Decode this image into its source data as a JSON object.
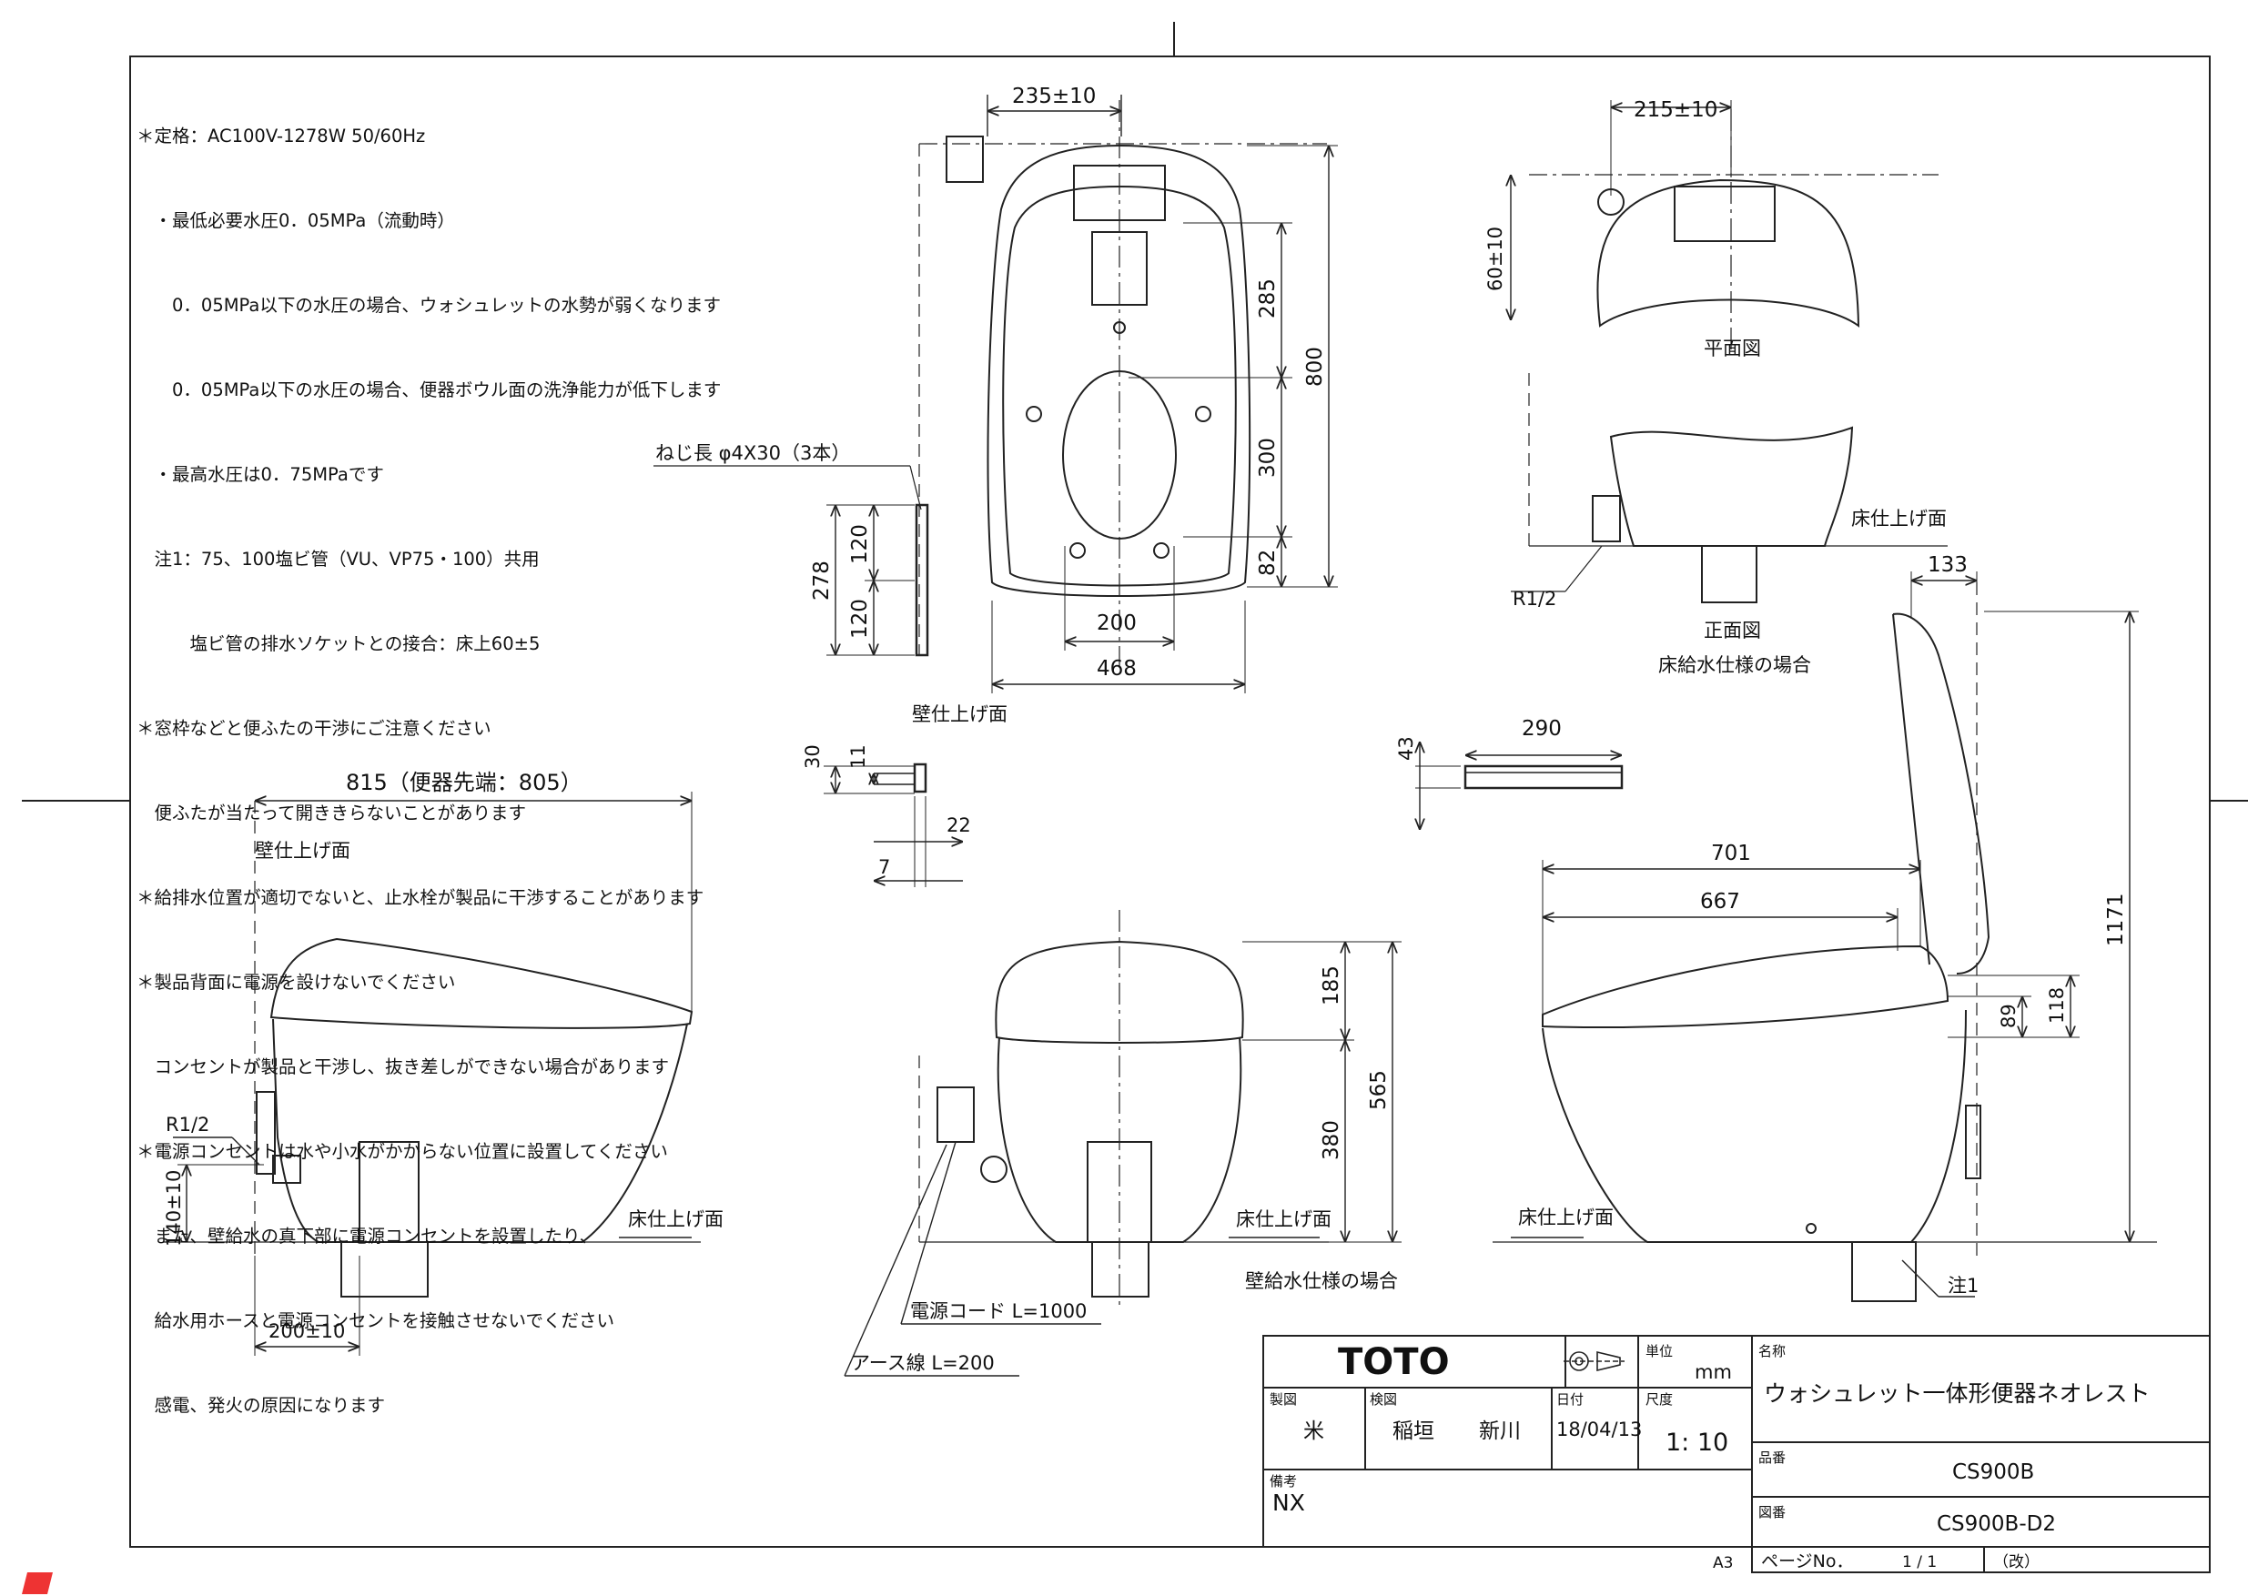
{
  "notes": [
    "＊定格：AC100V-1278W 50/60Hz",
    "　・最低必要水圧0．05MPa（流動時）",
    "　　0．05MPa以下の水圧の場合、ウォシュレットの水勢が弱くなります",
    "　　0．05MPa以下の水圧の場合、便器ボウル面の洗浄能力が低下します",
    "　・最高水圧は0．75MPaです",
    "　注1：75、100塩ビ管（VU、VP75・100）共用",
    "　　　塩ビ管の排水ソケットとの接合：床上60±5",
    "＊窓枠などと便ふたの干渉にご注意ください",
    "　便ふたが当たって開ききらないことがあります",
    "＊給排水位置が適切でないと、止水栓が製品に干渉することがあります",
    "＊製品背面に電源を設けないでください",
    "　コンセントが製品と干渉し、抜き差しができない場合があります",
    "＊電源コンセントは水や小水がかからない位置に設置してください",
    "　また、壁給水の真下部に電源コンセントを設置したり、",
    "　給水用ホースと電源コンセントを接触させないでください",
    "　感電、発火の原因になります"
  ],
  "labels": {
    "screw": "ねじ長 φ4X30（3本）",
    "wall_finish": "壁仕上げ面",
    "floor_finish": "床仕上げ面",
    "plan_view": "平面図",
    "front_view": "正面図",
    "floor_supply": "床給水仕様の場合",
    "wall_supply": "壁給水仕様の場合",
    "r12": "R1/2",
    "power_cord": "電源コード L=1000",
    "earth_wire": "アース線 L=200",
    "note1": "注1"
  },
  "dims": {
    "d235": "235±10",
    "d215": "215±10",
    "d60": "60±10",
    "d285": "285",
    "d800": "800",
    "d300": "300",
    "d82": "82",
    "d200": "200",
    "d468": "468",
    "d278": "278",
    "d120a": "120",
    "d120b": "120",
    "d30": "30",
    "d11": "11",
    "d22": "22",
    "d7": "7",
    "d43": "43",
    "d290": "290",
    "d815": "815（便器先端：805）",
    "d140": "140±10",
    "d200b": "200±10",
    "d185": "185",
    "d565": "565",
    "d380": "380",
    "d133": "133",
    "d701": "701",
    "d667": "667",
    "d1171": "1171",
    "d89": "89",
    "d118": "118"
  },
  "title_block": {
    "brand": "TOTO",
    "unit_label": "単位",
    "unit": "mm",
    "name_label": "名称",
    "name": "ウォシュレット一体形便器ネオレスト",
    "drawn_label": "製図",
    "drawn": "米",
    "checked_label": "検図",
    "checked1": "稲垣",
    "checked2": "新川",
    "date_label": "日付",
    "date": "18/04/13",
    "scale_label": "尺度",
    "scale": "1: 10",
    "part_label": "品番",
    "part": "CS900B",
    "remarks_label": "備考",
    "remarks": "NX",
    "drawing_label": "図番",
    "drawing": "CS900B-D2",
    "paper": "A3",
    "page_label": "ページNo．",
    "page": "1 / 1",
    "rev": "（改）"
  }
}
